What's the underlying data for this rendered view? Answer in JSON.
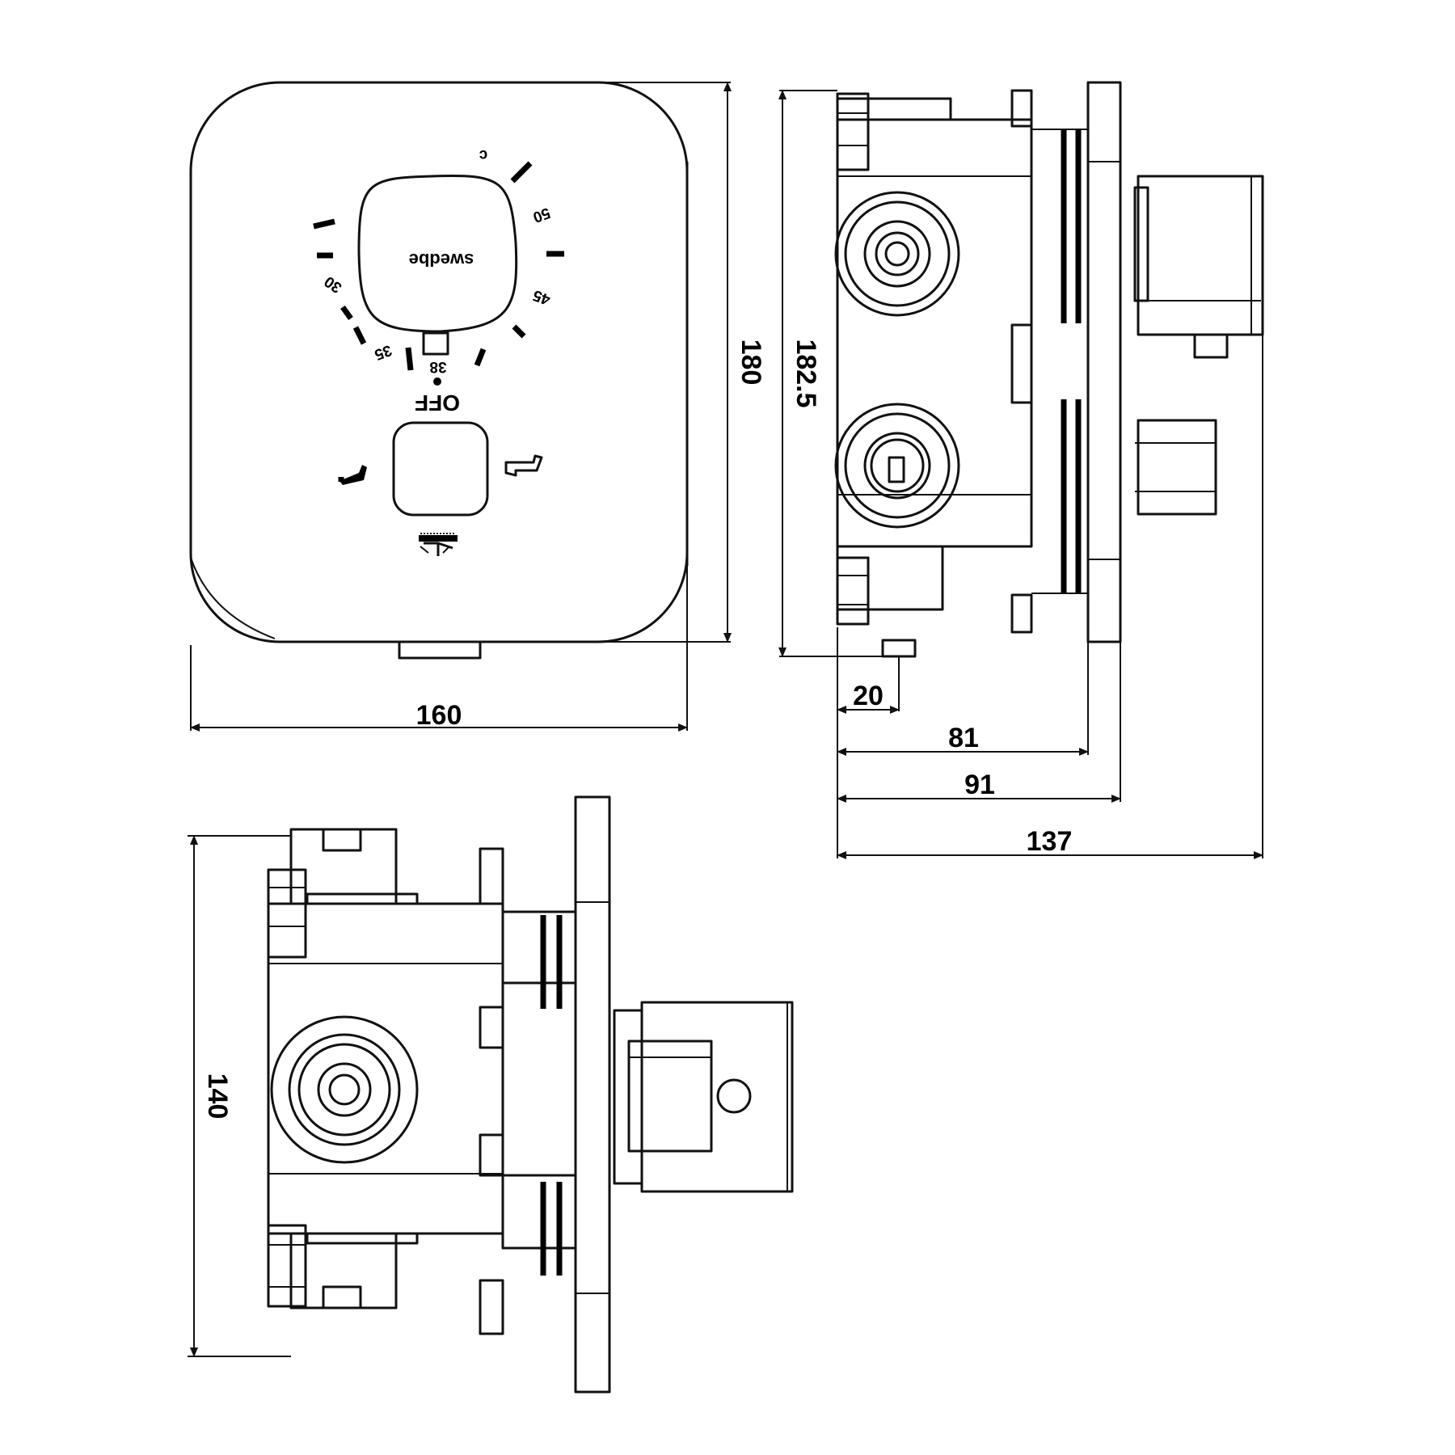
{
  "front_view": {
    "brand_logo": "swedbe",
    "off_label": "OFF",
    "scale_labels": [
      "c",
      "50",
      "45",
      "38",
      "35",
      "30"
    ]
  },
  "dimensions": {
    "width": "160",
    "height": "180",
    "body_height": "182.5",
    "depth_20": "20",
    "depth_81": "81",
    "depth_91": "91",
    "depth_137": "137",
    "bottom_height": "140"
  },
  "colors": {
    "line": "#111111",
    "background": "#ffffff"
  }
}
